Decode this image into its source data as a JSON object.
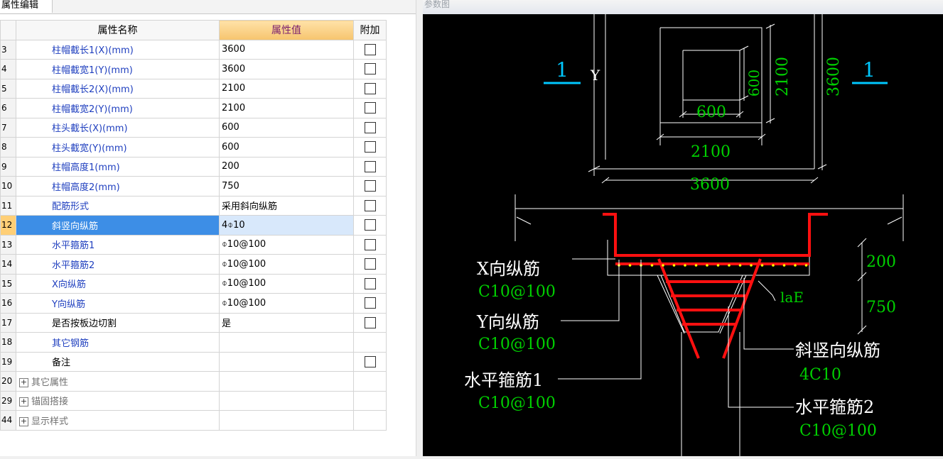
{
  "left_tab": "属性编辑",
  "table": {
    "headers": {
      "name": "属性名称",
      "value": "属性值",
      "extra": "附加"
    },
    "rows": [
      {
        "idx": "3",
        "name": "柱帽截长1(X)(mm)",
        "value": "3600",
        "style": "blue",
        "checkbox": true
      },
      {
        "idx": "4",
        "name": "柱帽截宽1(Y)(mm)",
        "value": "3600",
        "style": "blue",
        "checkbox": true
      },
      {
        "idx": "5",
        "name": "柱帽截长2(X)(mm)",
        "value": "2100",
        "style": "blue",
        "checkbox": true
      },
      {
        "idx": "6",
        "name": "柱帽截宽2(Y)(mm)",
        "value": "2100",
        "style": "blue",
        "checkbox": true
      },
      {
        "idx": "7",
        "name": "柱头截长(X)(mm)",
        "value": "600",
        "style": "blue",
        "checkbox": true
      },
      {
        "idx": "8",
        "name": "柱头截宽(Y)(mm)",
        "value": "600",
        "style": "blue",
        "checkbox": true
      },
      {
        "idx": "9",
        "name": "柱帽高度1(mm)",
        "value": "200",
        "style": "blue",
        "checkbox": true
      },
      {
        "idx": "10",
        "name": "柱帽高度2(mm)",
        "value": "750",
        "style": "blue",
        "checkbox": true
      },
      {
        "idx": "11",
        "name": "配筋形式",
        "value": "采用斜向纵筋",
        "style": "blue",
        "checkbox": true
      },
      {
        "idx": "12",
        "name": "斜竖向纵筋",
        "value": "4⌽10",
        "style": "selected",
        "checkbox": true
      },
      {
        "idx": "13",
        "name": "水平箍筋1",
        "value": "⌽10@100",
        "style": "blue",
        "checkbox": true
      },
      {
        "idx": "14",
        "name": "水平箍筋2",
        "value": "⌽10@100",
        "style": "blue",
        "checkbox": true
      },
      {
        "idx": "15",
        "name": "X向纵筋",
        "value": "⌽10@100",
        "style": "blue",
        "checkbox": true
      },
      {
        "idx": "16",
        "name": "Y向纵筋",
        "value": "⌽10@100",
        "style": "blue",
        "checkbox": true
      },
      {
        "idx": "17",
        "name": "是否按板边切割",
        "value": "是",
        "style": "black",
        "checkbox": true
      },
      {
        "idx": "18",
        "name": "其它钢筋",
        "value": "",
        "style": "blue",
        "checkbox": false
      },
      {
        "idx": "19",
        "name": "备注",
        "value": "",
        "style": "black",
        "checkbox": true
      },
      {
        "idx": "20",
        "name": "其它属性",
        "value": "",
        "style": "group",
        "checkbox": false
      },
      {
        "idx": "29",
        "name": "锚固搭接",
        "value": "",
        "style": "group",
        "checkbox": false
      },
      {
        "idx": "44",
        "name": "显示样式",
        "value": "",
        "style": "group",
        "checkbox": false
      }
    ]
  },
  "right_title": "参数图",
  "drawing": {
    "colors": {
      "background": "#000000",
      "line": "#ffffff",
      "dimension": "#00d000",
      "label": "#ffffff",
      "section": "#00c8ff",
      "rebar": "#ff1010",
      "dot": "#ffff00"
    },
    "plan": {
      "section_mark_left": "1",
      "section_mark_right": "1",
      "axis_y_label": "Y",
      "dim_3600_v": "3600",
      "dim_2100_v": "2100",
      "dim_600_v": "600",
      "dim_600_h": "600",
      "dim_2100_h": "2100",
      "dim_3600_h": "3600"
    },
    "section": {
      "dim_200": "200",
      "dim_750": "750",
      "lae": "laE",
      "x_rebar_label": "X向纵筋",
      "x_rebar_spec": "C10@100",
      "y_rebar_label": "Y向纵筋",
      "y_rebar_spec": "C10@100",
      "stirrup1_label": "水平箍筋1",
      "stirrup1_spec": "C10@100",
      "slant_label": "斜竖向纵筋",
      "slant_spec": "4C10",
      "stirrup2_label": "水平箍筋2",
      "stirrup2_spec": "C10@100"
    }
  }
}
